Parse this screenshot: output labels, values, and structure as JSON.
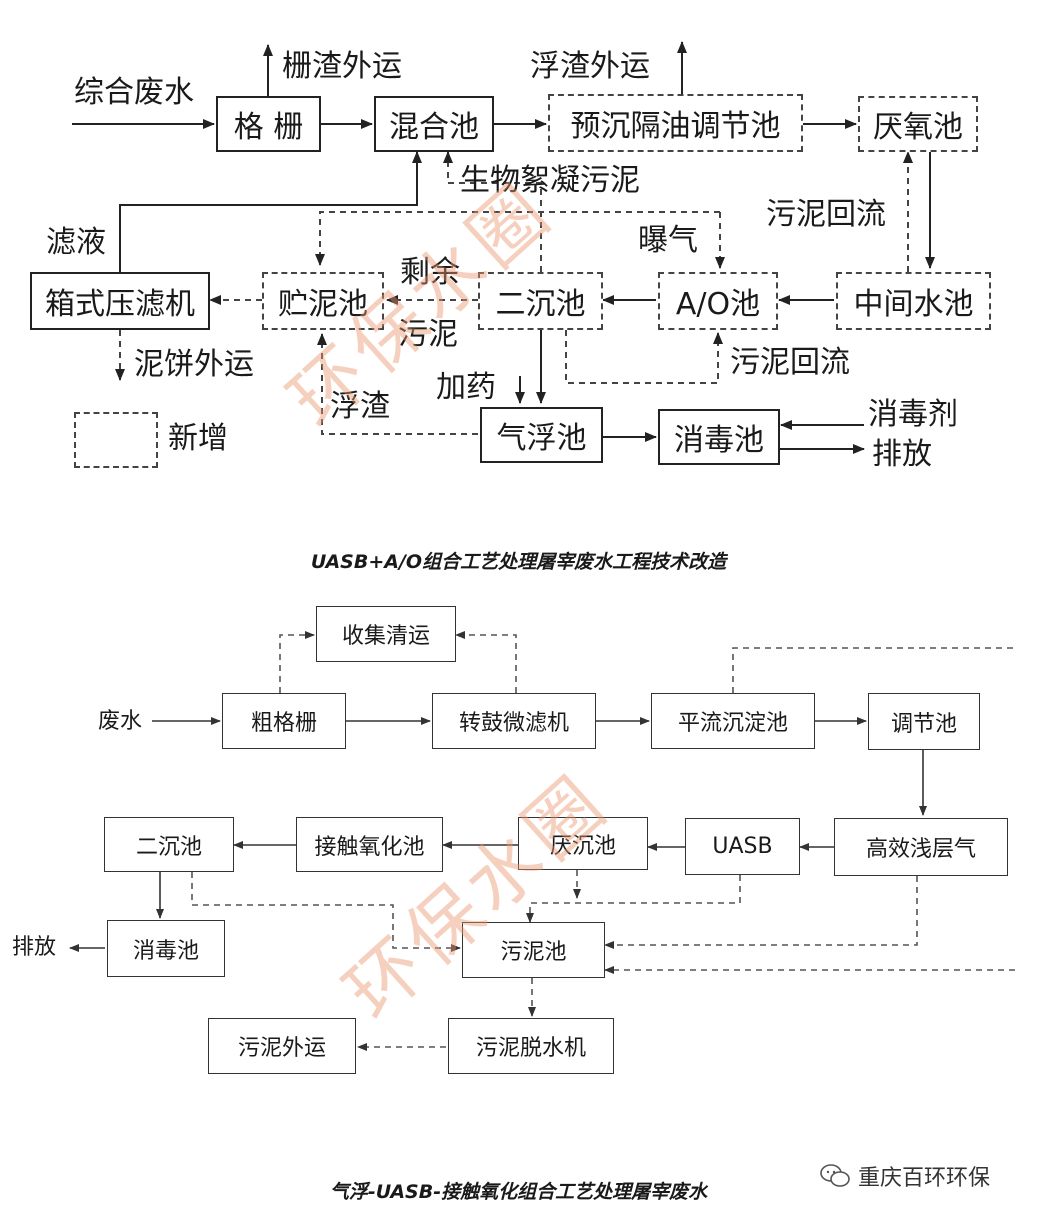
{
  "diagram1": {
    "caption": "UASB+A/O组合工艺处理屠宰废水工程技术改造",
    "nodes": {
      "grille": "格  栅",
      "mixing": "混合池",
      "presettle": "预沉隔油调节池",
      "anaerobic": "厌氧池",
      "press": "箱式压滤机",
      "sludge_store": "贮泥池",
      "second_clar": "二沉池",
      "ao": "A/O池",
      "middle": "中间水池",
      "flotation": "气浮池",
      "disinfect": "消毒池"
    },
    "labels": {
      "inflow": "综合废水",
      "screenings": "栅渣外运",
      "scum_out": "浮渣外运",
      "bio_floc": "生物絮凝污泥",
      "filtrate": "滤液",
      "aeration": "曝气",
      "sludge_return_1": "污泥回流",
      "excess_1": "剩余",
      "excess_2": "污泥",
      "cake_out": "泥饼外运",
      "dosing": "加药",
      "sludge_return_2": "污泥回流",
      "scum": "浮渣",
      "disinfectant": "消毒剂",
      "discharge": "排放",
      "legend_new": "新增"
    }
  },
  "diagram2": {
    "caption": "气浮-UASB-接触氧化组合工艺处理屠宰废水",
    "nodes": {
      "collect": "收集清运",
      "coarse": "粗格栅",
      "drum": "转鼓微滤机",
      "advection": "平流沉淀池",
      "regulate": "调节池",
      "second_clar": "二沉池",
      "contact": "接触氧化池",
      "anoxic": "厌沉池",
      "uasb": "UASB",
      "efficient": "高效浅层气",
      "disinfect": "消毒池",
      "sludge": "污泥池",
      "sludge_out": "污泥外运",
      "dewater": "污泥脱水机"
    },
    "labels": {
      "inflow": "废水",
      "discharge": "排放"
    }
  },
  "watermark": "环保水圈",
  "brand": "重庆百环环保"
}
